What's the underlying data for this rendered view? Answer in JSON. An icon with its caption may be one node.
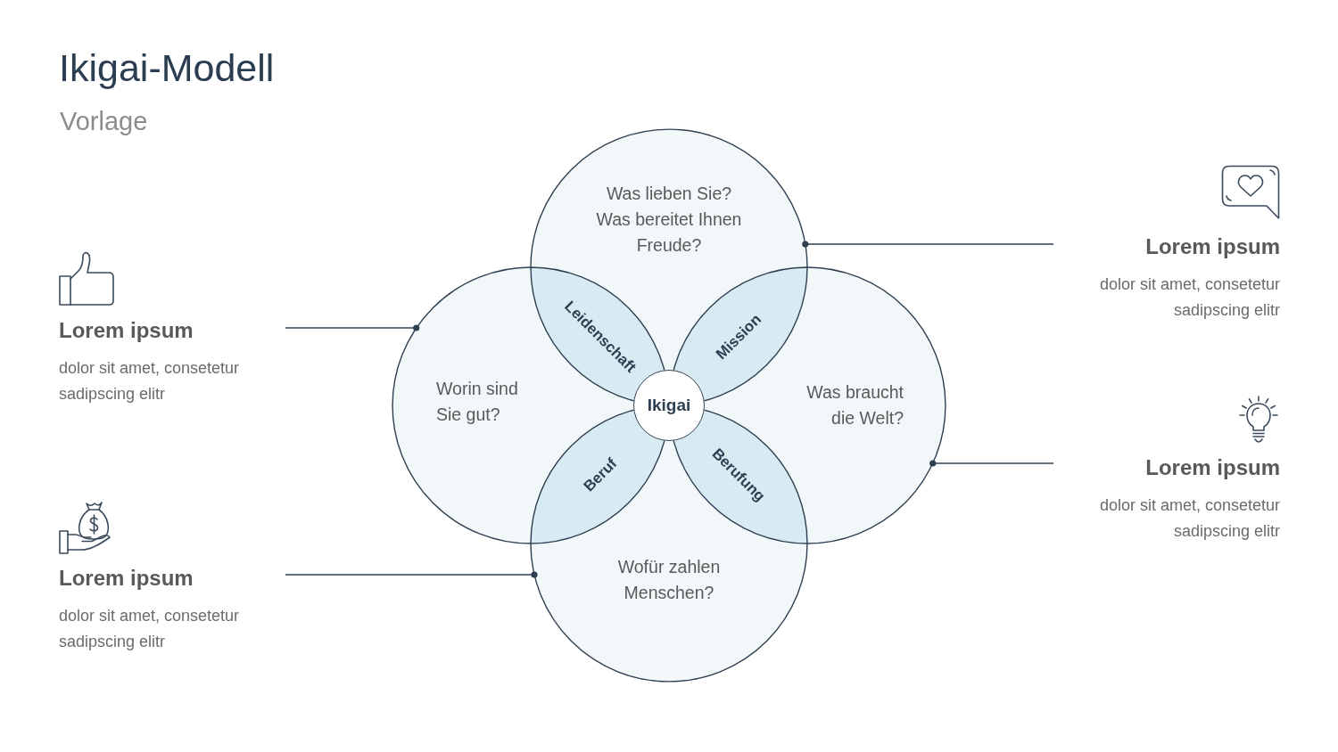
{
  "diagram": {
    "title": "Ikigai-Modell",
    "nodes": [
      {
        "text": [
          "Was lieben Sie? Was bereitet Ihnen Freude?"
        ]
      },
      {
        "text": [
          "Worin sind Sie gut?"
        ]
      },
      {
        "text": [
          "Was braucht die Welt?"
        ]
      },
      {
        "text": [
          "Wofür zahlen Menschen?"
        ]
      },
      {
        "text": [
          "Leidenschaft"
        ]
      },
      {
        "text": [
          "Mission"
        ]
      },
      {
        "text": [
          "Ikigai"
        ]
      },
      {
        "text": [
          "Beruf"
        ]
      },
      {
        "text": [
          "Berufung"
        ]
      },
      {
        "text": [
          "Lorem ipsum",
          "dolor sit amet, consetetur sadipscing elitr"
        ]
      },
      {
        "text": [
          "Lorem ipsum",
          "dolor sit amet, consetetur sadipscing elitr"
        ]
      },
      {
        "text": [
          "Lorem ipsum",
          "dolor sit amet, consetetur sadipscing elitr"
        ]
      },
      {
        "text": [
          "Lorem ipsum",
          "dolor sit amet, consetetur sadipscing elitr"
        ]
      }
    ],
    "edges": [
      {
        "from": 9,
        "to": 0,
        "arrow": "other"
      },
      {
        "from": 10,
        "to": 1,
        "arrow": "other"
      },
      {
        "from": 11,
        "to": 2,
        "arrow": "other"
      },
      {
        "from": 12,
        "to": 3,
        "arrow": "other"
      }
    ],
    "labels": [
      "Vorlage"
    ]
  }
}
